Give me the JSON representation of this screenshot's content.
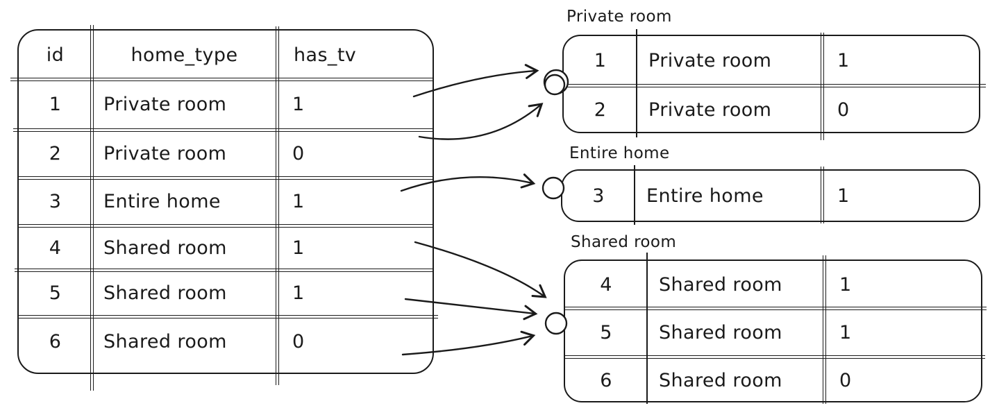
{
  "colors": {
    "ink": "#1a1a1a",
    "background": "#ffffff"
  },
  "main_table": {
    "columns": [
      "id",
      "home_type",
      "has_tv"
    ],
    "rows": [
      [
        "1",
        "Private room",
        "1"
      ],
      [
        "2",
        "Private room",
        "0"
      ],
      [
        "3",
        "Entire home",
        "1"
      ],
      [
        "4",
        "Shared room",
        "1"
      ],
      [
        "5",
        "Shared room",
        "1"
      ],
      [
        "6",
        "Shared room",
        "0"
      ]
    ]
  },
  "groups": [
    {
      "label": "Private room",
      "rows": [
        [
          "1",
          "Private room",
          "1"
        ],
        [
          "2",
          "Private room",
          "0"
        ]
      ]
    },
    {
      "label": "Entire home",
      "rows": [
        [
          "3",
          "Entire home",
          "1"
        ]
      ]
    },
    {
      "label": "Shared room",
      "rows": [
        [
          "4",
          "Shared room",
          "1"
        ],
        [
          "5",
          "Shared room",
          "1"
        ],
        [
          "6",
          "Shared room",
          "0"
        ]
      ]
    }
  ]
}
